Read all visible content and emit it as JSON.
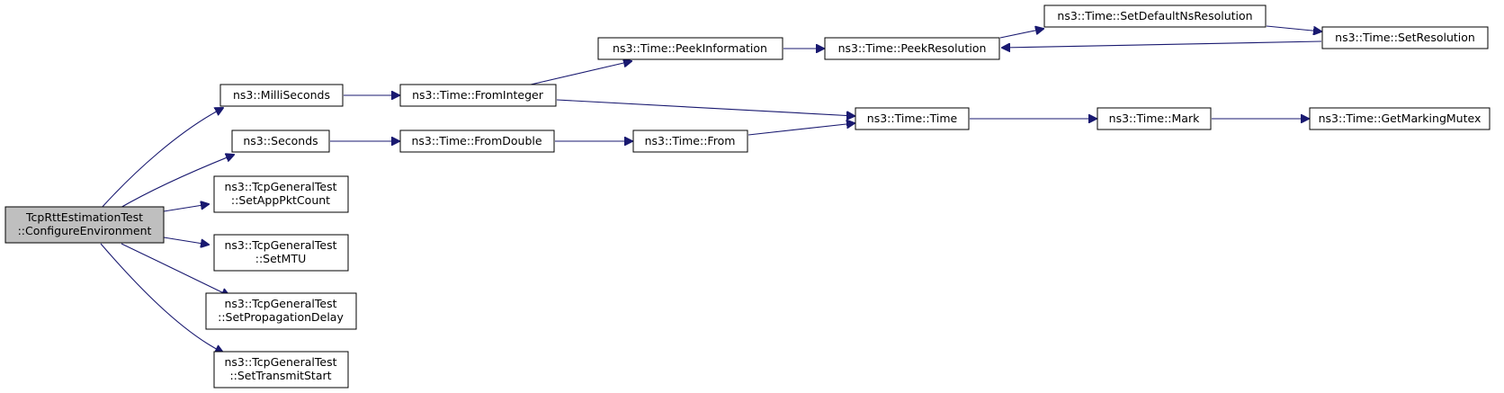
{
  "colors": {
    "edge": "#191970",
    "node_fill": "#ffffff",
    "root_fill": "#bfbfbf",
    "node_border": "#000000"
  },
  "graph": {
    "root": {
      "line1": "TcpRttEstimationTest",
      "line2": "::ConfigureEnvironment"
    },
    "nodes": {
      "milliseconds": "ns3::MilliSeconds",
      "seconds": "ns3::Seconds",
      "set_app_pkt_count": {
        "line1": "ns3::TcpGeneralTest",
        "line2": "::SetAppPktCount"
      },
      "set_mtu": {
        "line1": "ns3::TcpGeneralTest",
        "line2": "::SetMTU"
      },
      "set_propagation_delay": {
        "line1": "ns3::TcpGeneralTest",
        "line2": "::SetPropagationDelay"
      },
      "set_transmit_start": {
        "line1": "ns3::TcpGeneralTest",
        "line2": "::SetTransmitStart"
      },
      "from_integer": "ns3::Time::FromInteger",
      "from_double": "ns3::Time::FromDouble",
      "peek_information": "ns3::Time::PeekInformation",
      "from": "ns3::Time::From",
      "time": "ns3::Time::Time",
      "peek_resolution": "ns3::Time::PeekResolution",
      "set_default_ns_resolution": "ns3::Time::SetDefaultNsResolution",
      "set_resolution": "ns3::Time::SetResolution",
      "mark": "ns3::Time::Mark",
      "get_marking_mutex": "ns3::Time::GetMarkingMutex"
    }
  }
}
